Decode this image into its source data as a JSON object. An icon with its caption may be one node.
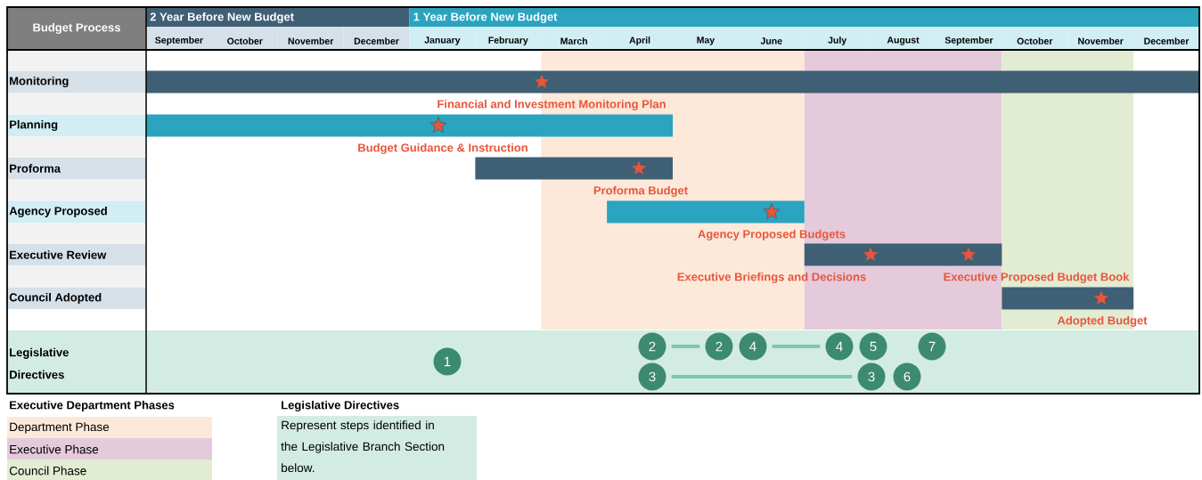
{
  "diagram": {
    "nodes": [
      {
        "text": [
          "1"
        ]
      },
      {
        "text": [
          "2"
        ]
      },
      {
        "text": [
          "2"
        ]
      },
      {
        "text": [
          "4"
        ]
      },
      {
        "text": [
          "4"
        ]
      },
      {
        "text": [
          "5"
        ]
      },
      {
        "text": [
          "7"
        ]
      },
      {
        "text": [
          "3"
        ]
      },
      {
        "text": [
          "3"
        ]
      },
      {
        "text": [
          "6"
        ]
      }
    ],
    "edges": [
      {
        "from": 1,
        "to": 2,
        "arrow": "none"
      },
      {
        "from": 3,
        "to": 4,
        "arrow": "none"
      },
      {
        "from": 7,
        "to": 8,
        "arrow": "none"
      }
    ],
    "labels": [
      "Budget Process",
      "2 Year Before New Budget",
      "1 Year Before New Budget",
      "September",
      "October",
      "November",
      "December",
      "January",
      "February",
      "March",
      "April",
      "May",
      "June",
      "July",
      "August",
      "September",
      "October",
      "November",
      "December",
      "Monitoring",
      "Financial and Investment Monitoring Plan",
      "Planning",
      "Budget Guidance & Instruction",
      "Proforma",
      "Proforma Budget",
      "Agency Proposed",
      "Agency Proposed Budgets",
      "Executive Review",
      "Executive Briefings and Decisions",
      "Executive Proposed Budget Book",
      "Council Adopted",
      "Adopted Budget",
      "Legislative Directives",
      "Executive Department Phases",
      "Legislative Directives"
    ],
    "legend": [
      {
        "text": "Department Phase",
        "color": "#fce9da"
      },
      {
        "text": "Executive Phase",
        "color": "#e4cadb"
      },
      {
        "text": "Council Phase",
        "color": "#e2ecd3"
      },
      {
        "text": "Represent steps identified in the Legislative Branch Section below.",
        "color": "#d3ece3"
      }
    ]
  }
}
